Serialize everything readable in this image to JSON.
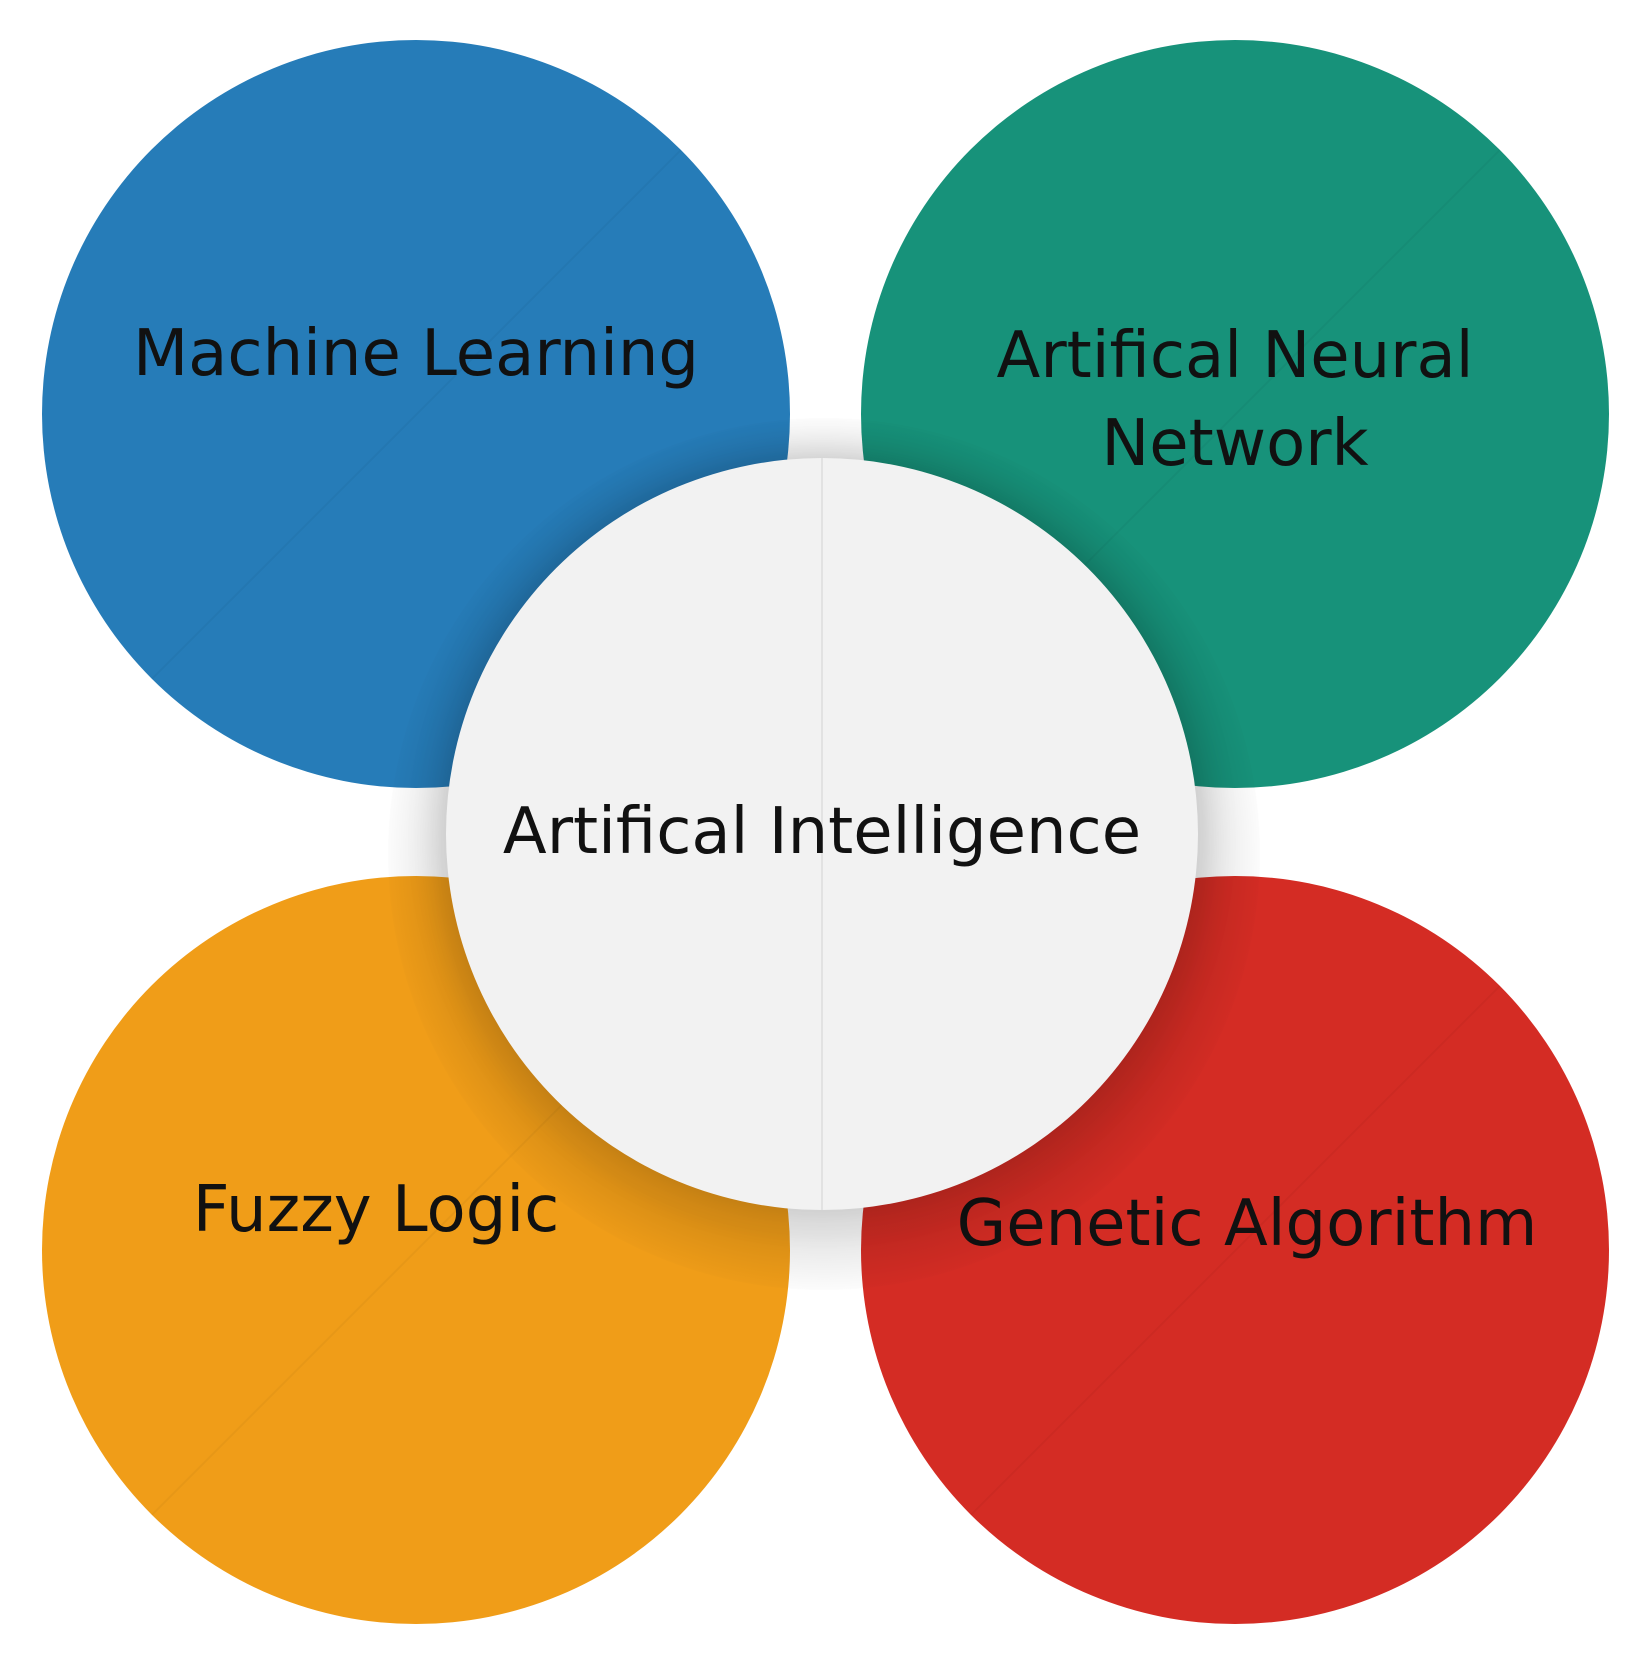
{
  "center": {
    "label": "Artifical Intelligence",
    "color": "#f2f2f2"
  },
  "nodes": [
    {
      "label": "Machine Learning",
      "color": "#267cb8"
    },
    {
      "label": "Artifical Neural\nNetwork",
      "color": "#17927a"
    },
    {
      "label": "Fuzzy Logic",
      "color": "#f09d18"
    },
    {
      "label": "Genetic Algorithm",
      "color": "#d42c24"
    }
  ]
}
